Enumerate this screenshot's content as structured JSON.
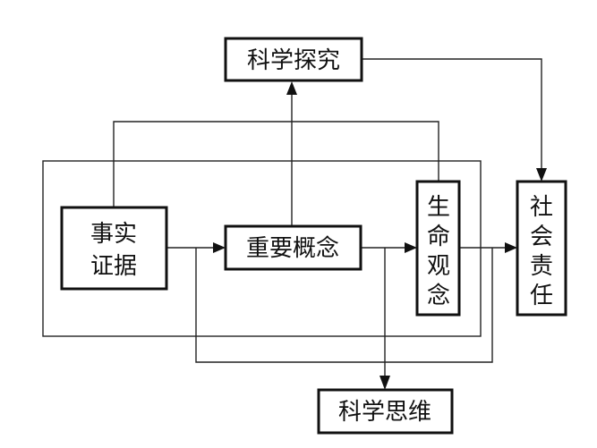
{
  "diagram": {
    "nodes": {
      "inquiry": {
        "label": "科学探究"
      },
      "evidence": {
        "lines": [
          "事实",
          "证据"
        ]
      },
      "concepts": {
        "label": "重要概念"
      },
      "life": {
        "chars": [
          "生",
          "命",
          "观",
          "念"
        ]
      },
      "social": {
        "chars": [
          "社",
          "会",
          "责",
          "任"
        ]
      },
      "thinking": {
        "label": "科学思维"
      }
    },
    "edges": [
      {
        "from": "evidence",
        "to": "concepts"
      },
      {
        "from": "concepts",
        "to": "inquiry"
      },
      {
        "from": "concepts",
        "to": "life"
      },
      {
        "from": "concepts",
        "to": "thinking"
      },
      {
        "from": "life",
        "to": "social"
      },
      {
        "from": "inquiry",
        "to": "social"
      },
      {
        "from": "evidence",
        "to": "life",
        "type": "connector"
      }
    ],
    "colors": {
      "stroke": "#111111",
      "background": "#ffffff"
    }
  }
}
